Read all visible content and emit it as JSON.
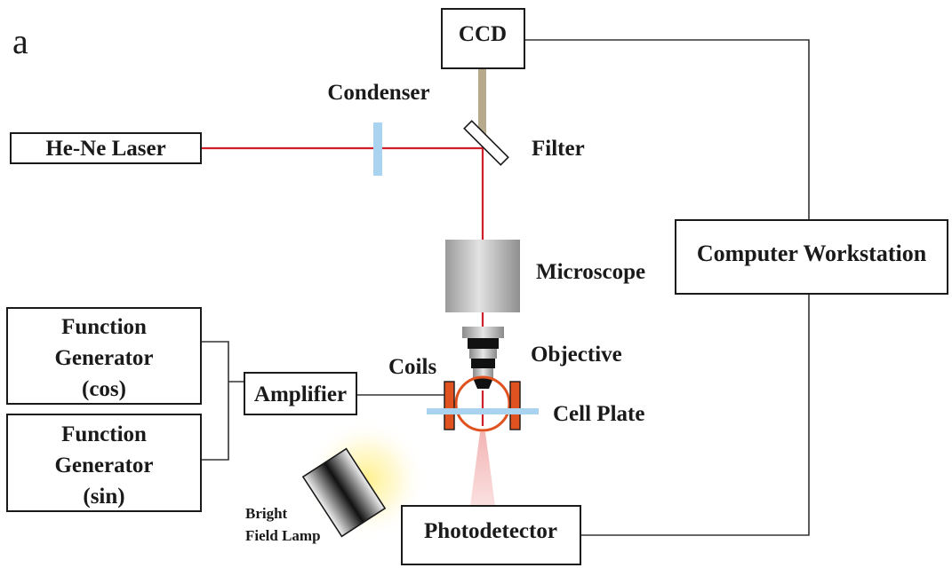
{
  "panel_label": "a",
  "components": {
    "laser": "He-Ne Laser",
    "ccd": "CCD",
    "condenser": "Condenser",
    "filter": "Filter",
    "microscope": "Microscope",
    "computer": "Computer Workstation",
    "objective": "Objective",
    "coils": "Coils",
    "cell_plate": "Cell Plate",
    "amplifier": "Amplifier",
    "photodetector": "Photodetector",
    "function_generator_cos": [
      "Function",
      "Generator",
      "(cos)"
    ],
    "function_generator_sin": [
      "Function",
      "Generator",
      "(sin)"
    ],
    "bright_field_lamp": [
      "Bright",
      "Field Lamp"
    ]
  },
  "colors": {
    "laser_beam": "#d11f2a",
    "ccd_beam": "#b7a98c",
    "condenser": "#a9d3ee",
    "cell_plate": "#a9d3ee",
    "coils": "#e0521f",
    "lamp_glow": "#fff3a0"
  }
}
